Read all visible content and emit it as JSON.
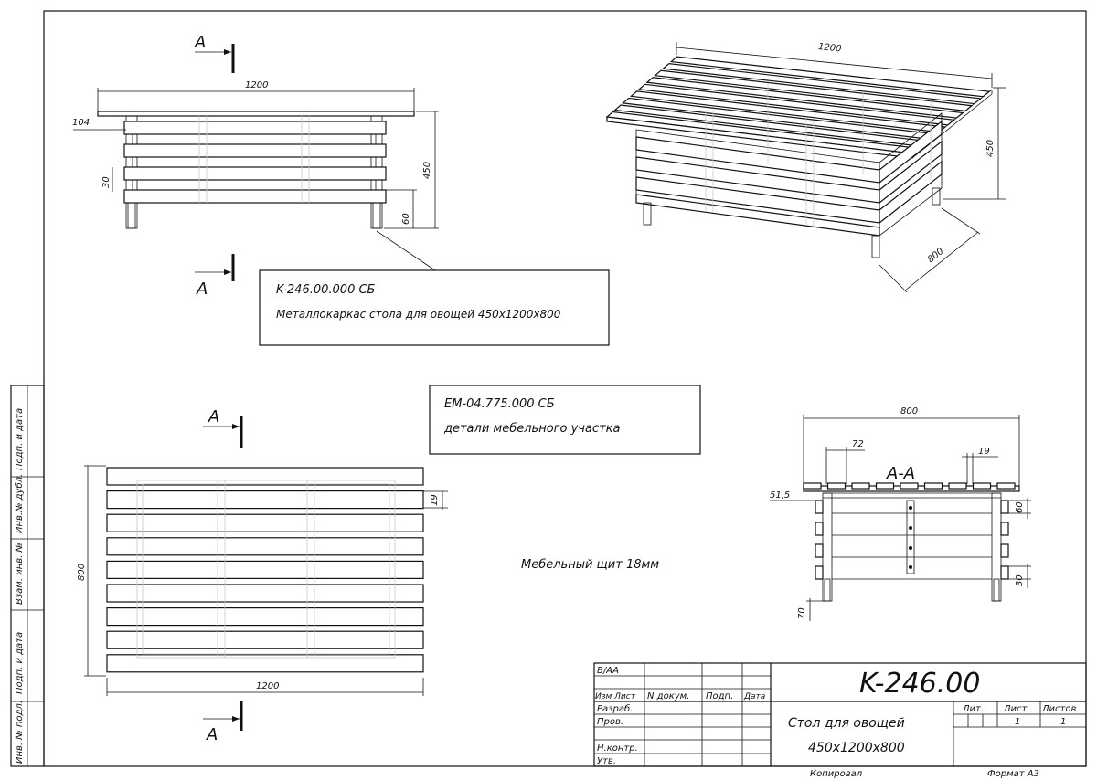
{
  "section_marker": "A",
  "dims": {
    "front_width": "1200",
    "front_104": "104",
    "front_30": "30",
    "front_450": "450",
    "front_60": "60",
    "plan_800": "800",
    "plan_1200": "1200",
    "plan_19": "19",
    "iso_1200": "1200",
    "iso_450": "450",
    "iso_800": "800",
    "sec_800": "800",
    "sec_72": "72",
    "sec_19": "19",
    "sec_51_5": "51,5",
    "sec_60": "60",
    "sec_30": "30",
    "sec_70": "70"
  },
  "callout1": {
    "line1": "K-246.00.000 СБ",
    "line2": "Металлокаркас стола для овощей 450x1200x800"
  },
  "callout2": {
    "line1": "ЕМ-04.775.000 СБ",
    "line2": "детали мебельного участка"
  },
  "note_board": "Мебельный щит 18мм",
  "section_title": "А-А",
  "side_stamp": [
    "Подп. и дата",
    "Инв.№ дубл.",
    "Взам. инв. №",
    "Подп. и дата",
    "Инв. № подл."
  ],
  "title_block": {
    "code": "K-246.00",
    "va": "В/АА",
    "col_izm": "Изм Лист",
    "col_doc": "N докум.",
    "col_sign": "Подп.",
    "col_date": "Дата",
    "razrab": "Разраб.",
    "prov": "Пров.",
    "nkontr": "Н.контр.",
    "utv": "Утв.",
    "name1": "Стол для овощей",
    "name2": "450x1200x800",
    "lit": "Лит.",
    "list": "Лист",
    "listov": "Листов",
    "list_val": "1",
    "listov_val": "1",
    "copied": "Копировал",
    "format": "Формат А3"
  }
}
